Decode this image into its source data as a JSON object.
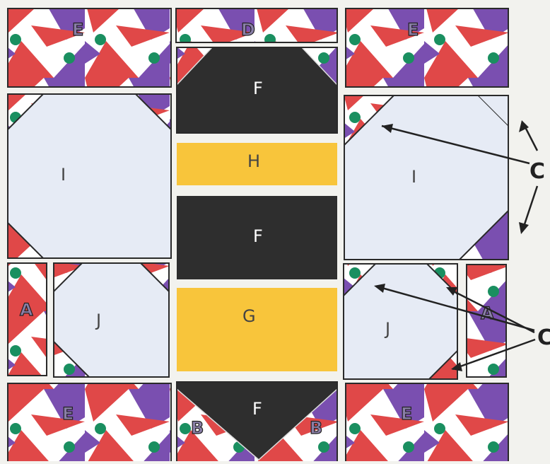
{
  "colors": {
    "red": "#e04848",
    "purple": "#7a4fb0",
    "green": "#1a8f60",
    "black": "#2e2e2e",
    "yellow": "#f8c53b",
    "light": "#e6ebf5",
    "outline": "#2a2a2a"
  },
  "labels": {
    "A_left": "A",
    "A_right": "A",
    "B_left": "B",
    "B_right": "B",
    "C_top": "C",
    "C_bottom": "C",
    "D": "D",
    "E_top_left": "E",
    "E_top_right": "E",
    "E_bottom_left": "E",
    "E_bottom_right": "E",
    "F_top": "F",
    "F_middle": "F",
    "F_bottom": "F",
    "G": "G",
    "H": "H",
    "I_left": "I",
    "I_right": "I",
    "J_left": "J",
    "J_right": "J"
  }
}
